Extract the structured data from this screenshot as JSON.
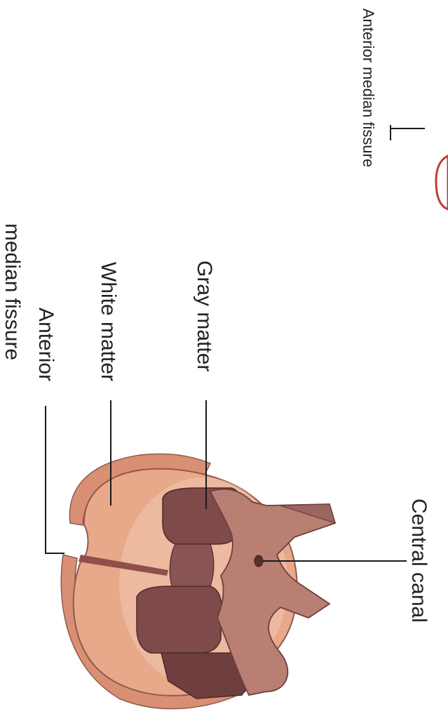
{
  "labels": {
    "anterior_median_fissure_top": "Anterior median fissure",
    "anterior_line1": "Anterior",
    "anterior_line2": "median fissure",
    "white_matter": "White matter",
    "gray_matter": "Gray matter",
    "central_canal": "Central canal"
  },
  "colors": {
    "white_matter": "#e7a98a",
    "white_matter_light": "#f2c7b1",
    "gray_matter_face": "#b87f72",
    "gray_matter_dark": "#7f4a4a",
    "outline": "#8f5a4f"
  }
}
